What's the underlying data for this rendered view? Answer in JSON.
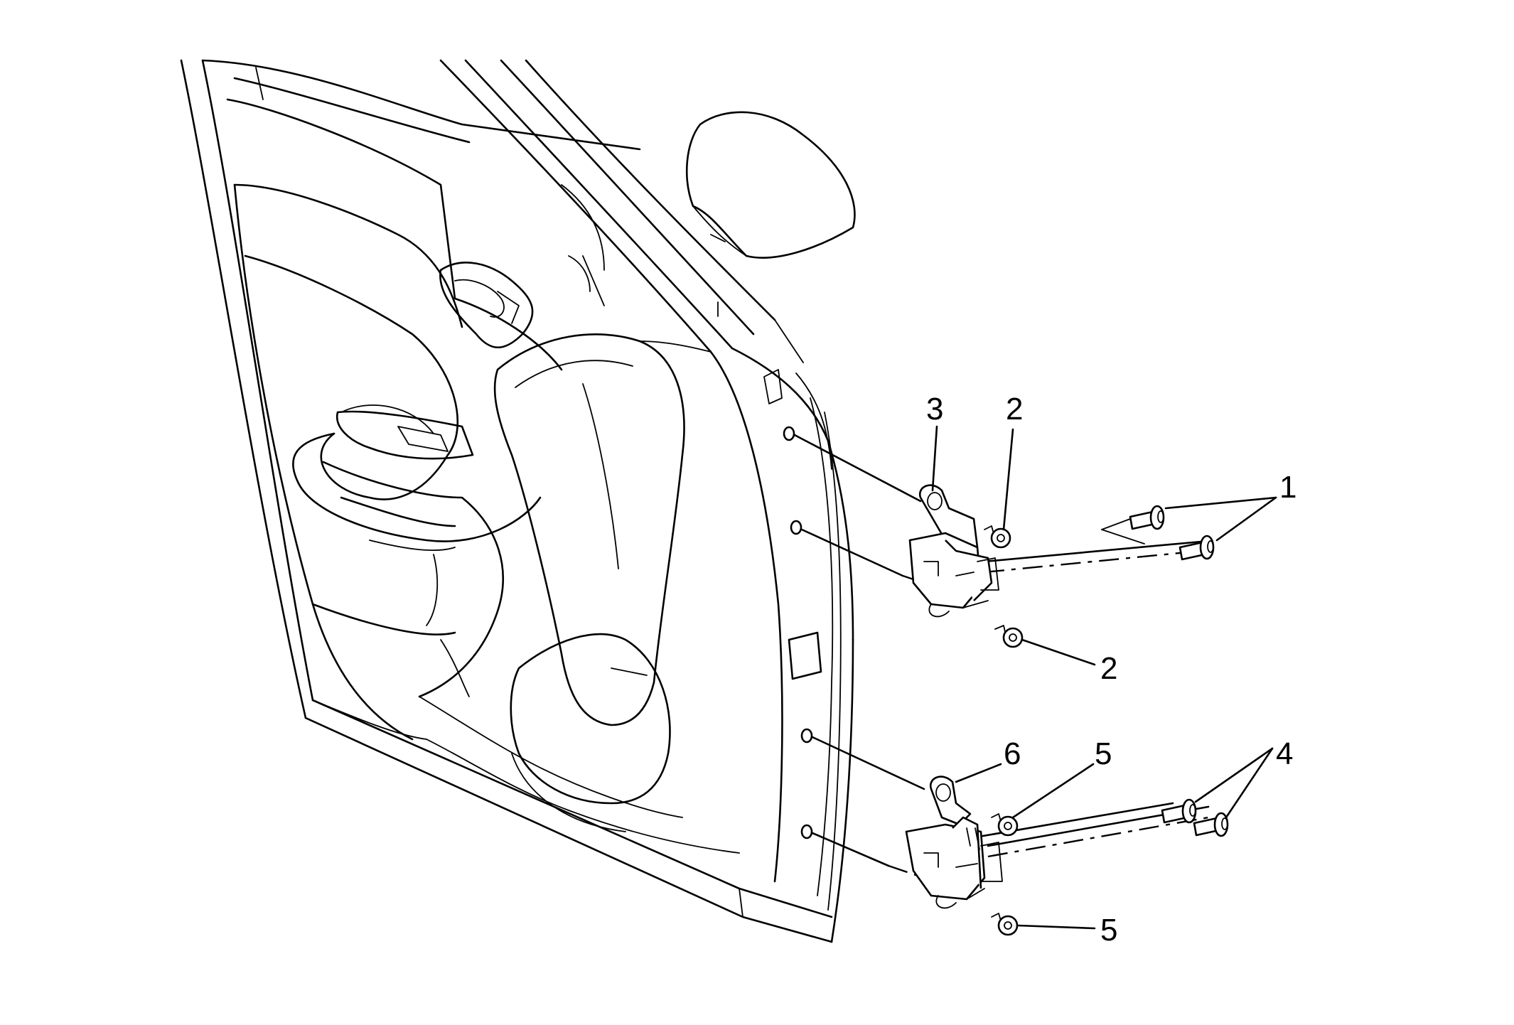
{
  "callouts": {
    "c1": "1",
    "c2a": "2",
    "c2b": "2",
    "c3": "3",
    "c4": "4",
    "c5a": "5",
    "c5b": "5",
    "c6": "6"
  }
}
